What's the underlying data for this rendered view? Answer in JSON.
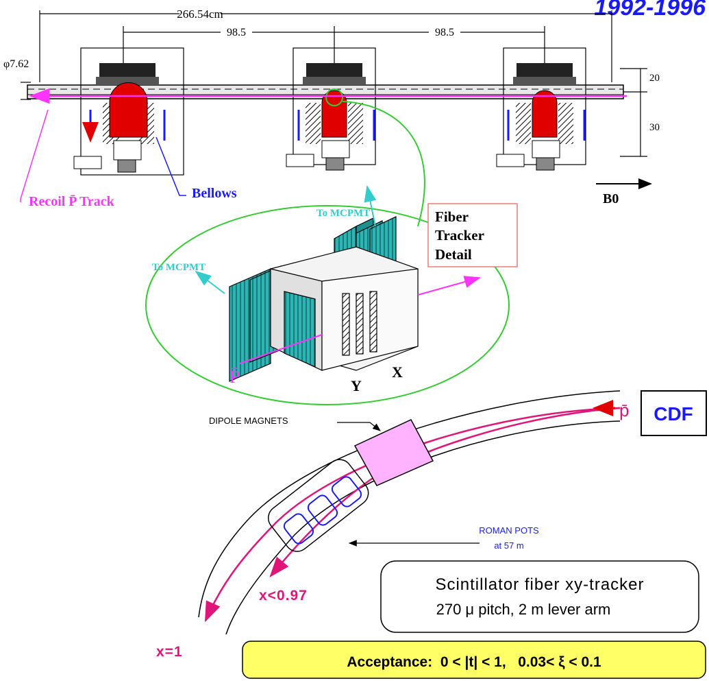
{
  "header": {
    "years": "1992-1996"
  },
  "top_dims": {
    "overall": "266.54cm",
    "spacing_left": "98.5",
    "spacing_right": "98.5",
    "beam_pipe_dia": "φ7.62",
    "height_upper": "20",
    "height_lower": "30"
  },
  "labels": {
    "recoil_track": "Recoil P̄ Track",
    "bellows": "Bellows",
    "b0": "B0",
    "to_mcpmt_right": "To MCPMT",
    "to_mcpmt_left": "To MCPMT",
    "fiber_tracker_line1": "Fiber",
    "fiber_tracker_line2": "Tracker",
    "fiber_tracker_line3": "Detail",
    "pbar_beam": "P̄",
    "axis_y": "Y",
    "axis_x": "X"
  },
  "lower": {
    "dipole": "DIPOLE MAGNETS",
    "pbar": "p̄",
    "cdf": "CDF",
    "roman_pots_1": "ROMAN POTS",
    "roman_pots_2": "at 57 m",
    "scint_line1": "Scintillator fiber xy-tracker",
    "scint_line2": "270 μ  pitch, 2 m lever arm",
    "x_lt": "x<0.97",
    "x_eq": "x=1",
    "acceptance": "Acceptance:  0 < |t| < 1,   0.03< ξ < 0.1"
  },
  "colors": {
    "blue_title": "#1a1aff",
    "magenta": "#ff33ff",
    "pink_track": "#e0157a",
    "green": "#33cc33",
    "cyan": "#33cccc",
    "red_pot": "#e00000",
    "accept_bg": "#ffff66",
    "magnet_fill": "#ffb3ff"
  }
}
